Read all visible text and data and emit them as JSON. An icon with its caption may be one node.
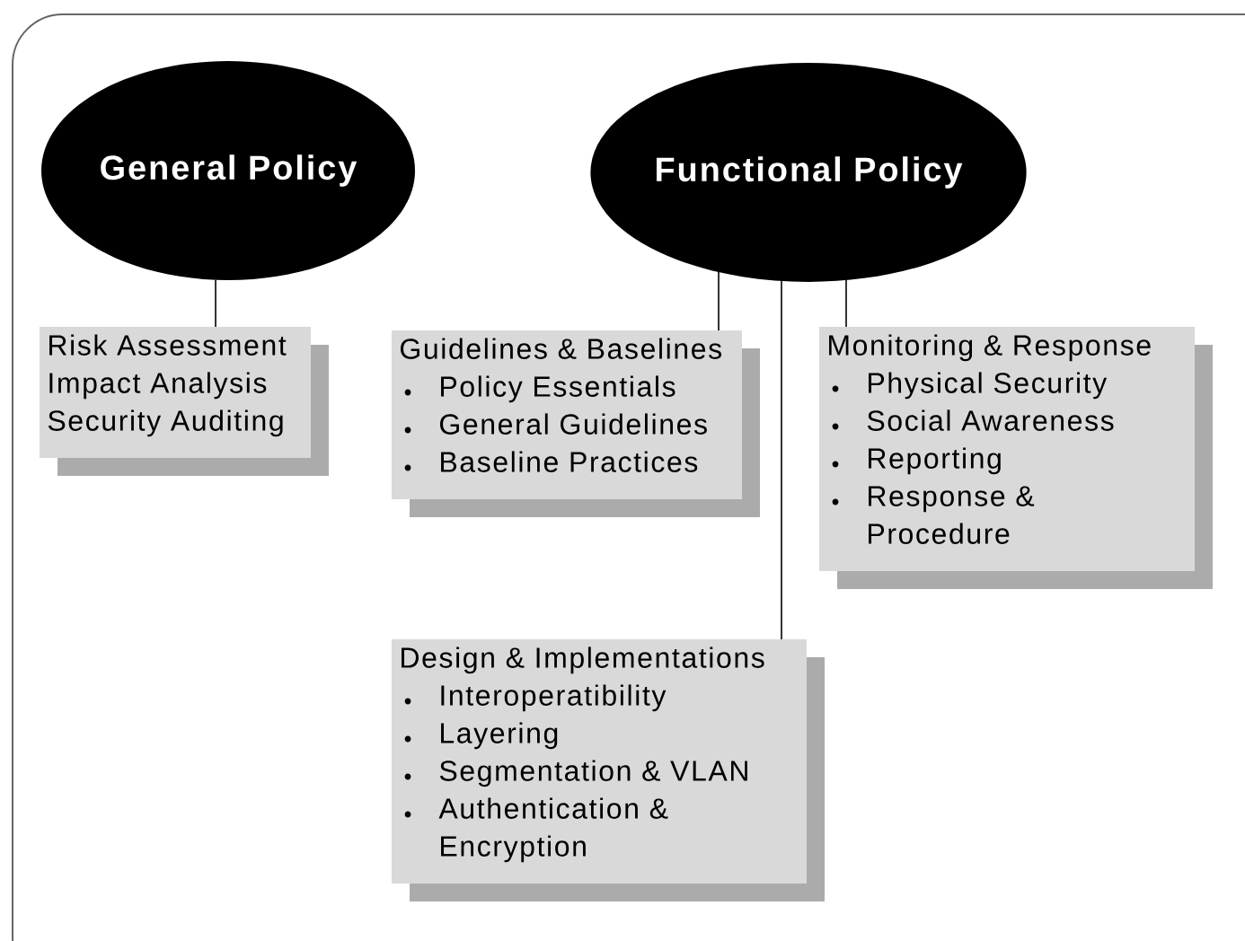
{
  "diagram": {
    "nodes": [
      {
        "text": [
          "General Policy"
        ]
      },
      {
        "text": [
          "Functional Policy"
        ]
      },
      {
        "text": [
          "Risk Assessment",
          "Impact Analysis",
          "Security Auditing"
        ]
      },
      {
        "text": [
          "Guidelines & Baselines",
          "Policy Essentials",
          "General Guidelines",
          "Baseline Practices"
        ]
      },
      {
        "text": [
          "Monitoring & Response",
          "Physical Security",
          "Social Awareness",
          "Reporting",
          "Response & Procedure"
        ]
      },
      {
        "text": [
          "Design & Implementations",
          "Interoperatibility",
          "Layering",
          "Segmentation & VLAN",
          "Authentication & Encryption"
        ]
      }
    ],
    "edges": [
      {
        "from": 0,
        "to": 2,
        "arrow": "none"
      },
      {
        "from": 1,
        "to": 3,
        "arrow": "none"
      },
      {
        "from": 1,
        "to": 5,
        "arrow": "none"
      },
      {
        "from": 1,
        "to": 4,
        "arrow": "none"
      }
    ]
  }
}
